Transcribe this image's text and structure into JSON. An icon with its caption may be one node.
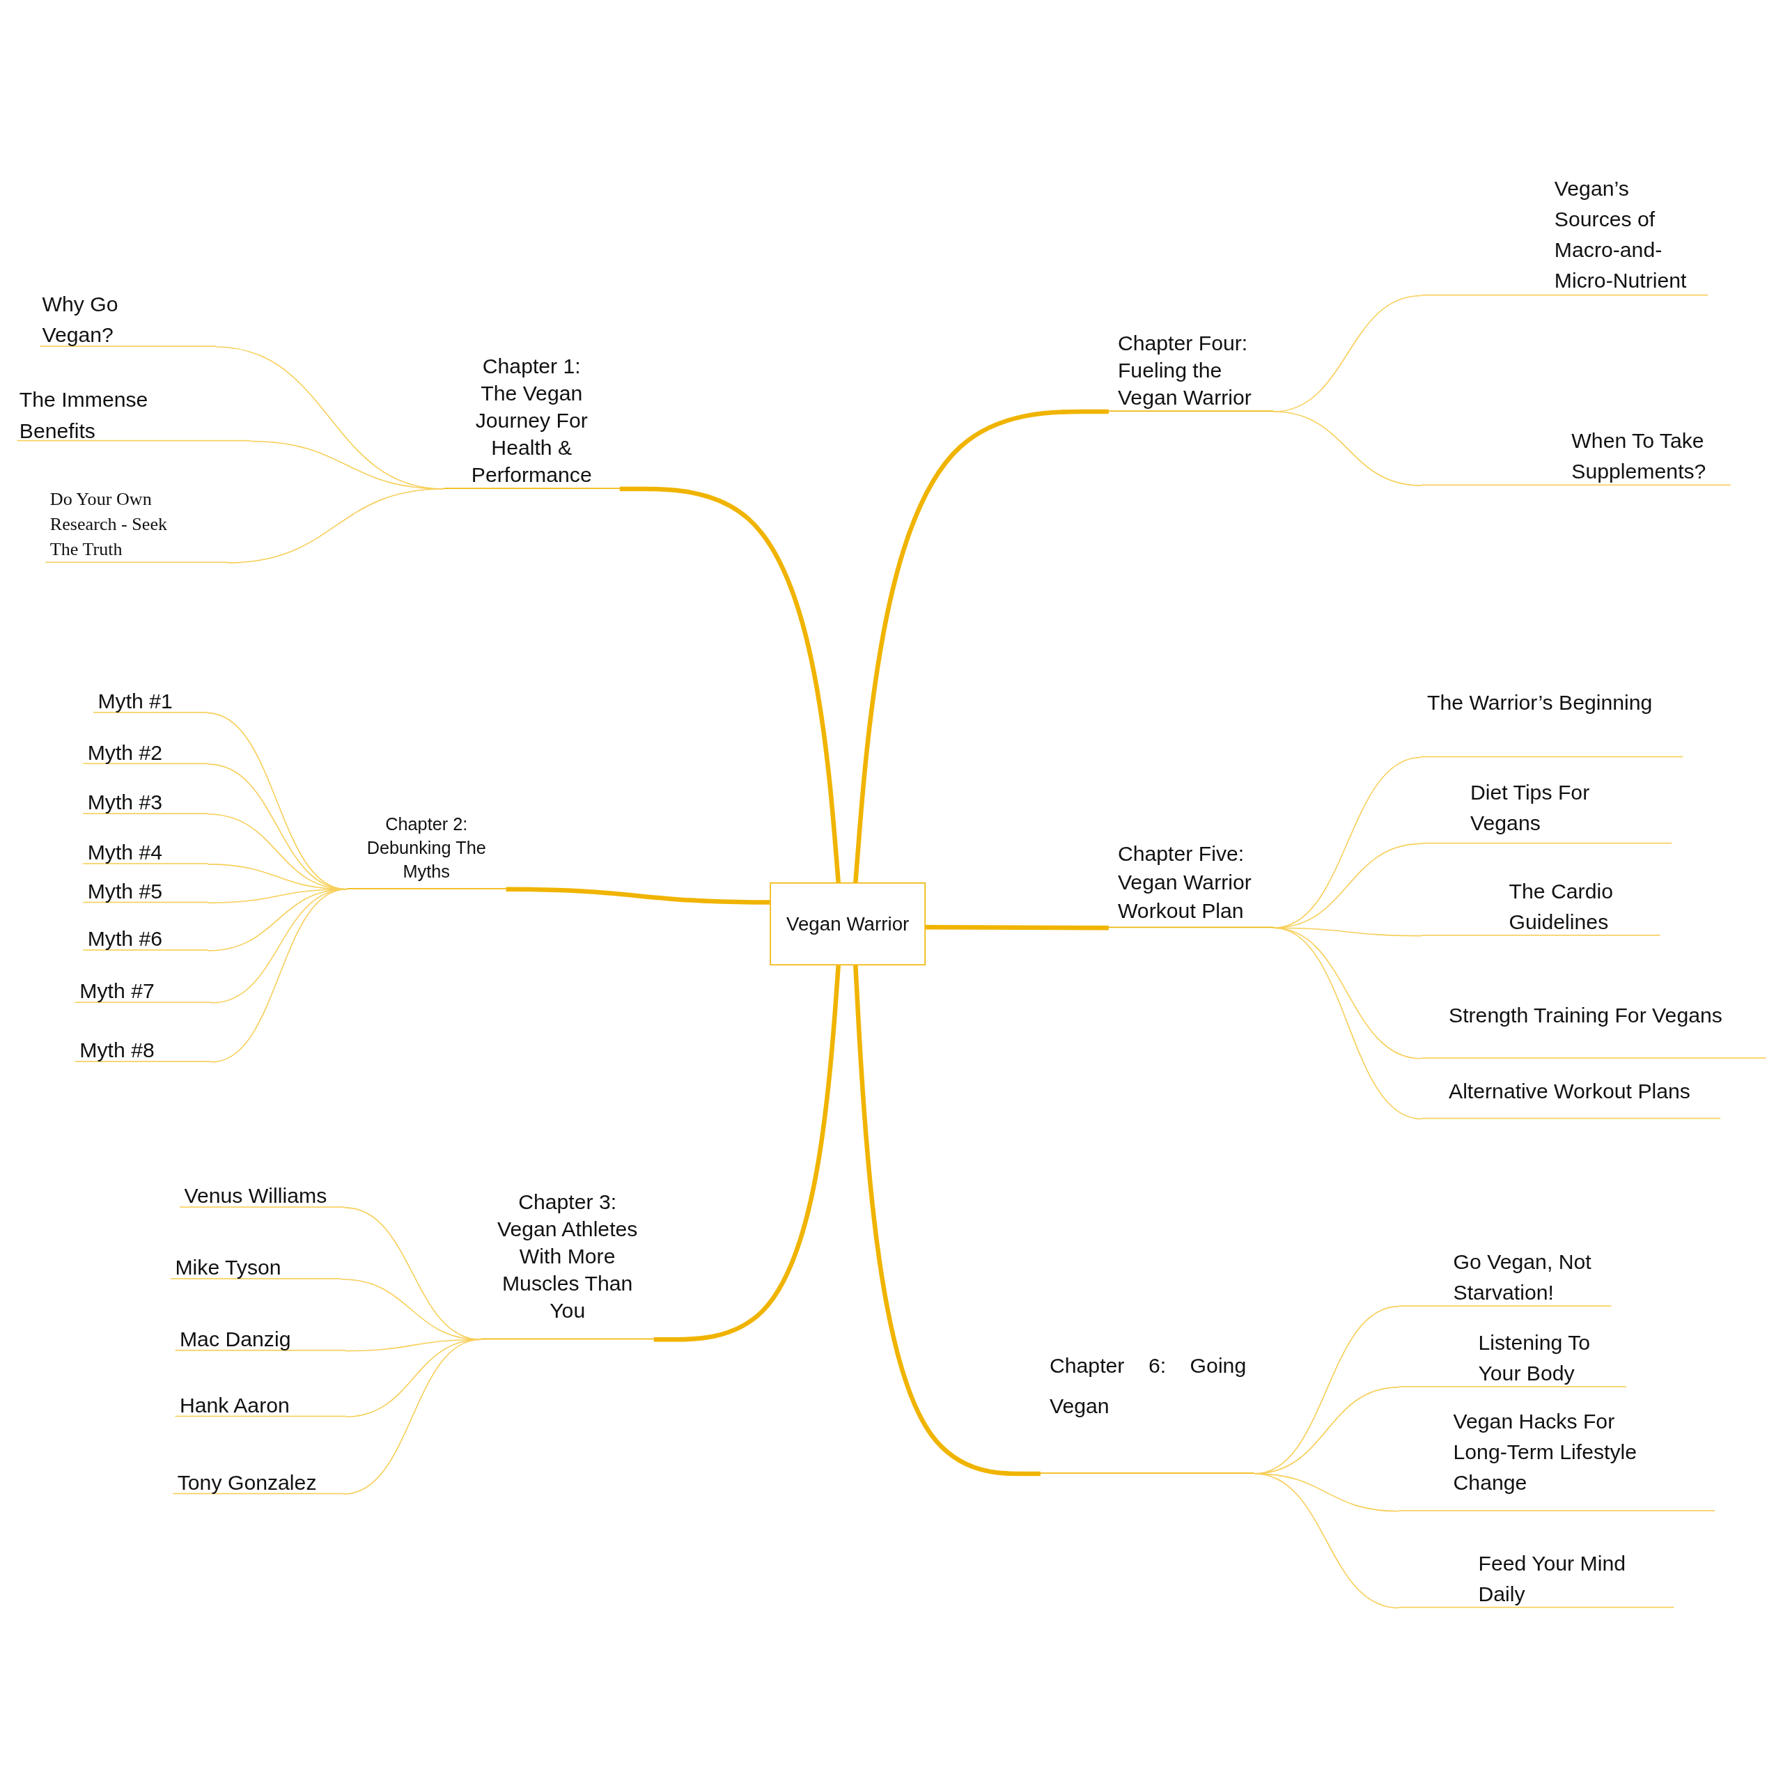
{
  "diagram": {
    "nodes": [
      {
        "text": [
          "Vegan Warrior"
        ]
      },
      {
        "text": [
          "Chapter 1: The Vegan Journey For Health & Performance"
        ]
      },
      {
        "text": [
          "Why Go Vegan?"
        ]
      },
      {
        "text": [
          "The Immense Benefits"
        ]
      },
      {
        "text": [
          "Do Your Own Research - Seek The Truth"
        ]
      },
      {
        "text": [
          "Chapter 2: Debunking The Myths"
        ]
      },
      {
        "text": [
          "Myth #1"
        ]
      },
      {
        "text": [
          "Myth #2"
        ]
      },
      {
        "text": [
          "Myth #3"
        ]
      },
      {
        "text": [
          "Myth #4"
        ]
      },
      {
        "text": [
          "Myth #5"
        ]
      },
      {
        "text": [
          "Myth #6"
        ]
      },
      {
        "text": [
          "Myth #7"
        ]
      },
      {
        "text": [
          "Myth #8"
        ]
      },
      {
        "text": [
          "Chapter 3: Vegan Athletes With More Muscles Than You"
        ]
      },
      {
        "text": [
          "Venus Williams"
        ]
      },
      {
        "text": [
          "Mike Tyson"
        ]
      },
      {
        "text": [
          "Mac Danzig"
        ]
      },
      {
        "text": [
          "Hank Aaron"
        ]
      },
      {
        "text": [
          "Tony Gonzalez"
        ]
      },
      {
        "text": [
          "Chapter Four: Fueling the Vegan Warrior"
        ]
      },
      {
        "text": [
          "Vegan’s Sources of Macro-and-Micro-Nutrient"
        ]
      },
      {
        "text": [
          "When To Take Supplements?"
        ]
      },
      {
        "text": [
          "Chapter Five: Vegan Warrior Workout Plan"
        ]
      },
      {
        "text": [
          "The Warrior’s Beginning"
        ]
      },
      {
        "text": [
          "Diet Tips For Vegans"
        ]
      },
      {
        "text": [
          "The Cardio Guidelines"
        ]
      },
      {
        "text": [
          "Strength Training For Vegans"
        ]
      },
      {
        "text": [
          "Alternative Workout Plans"
        ]
      },
      {
        "text": [
          "Chapter 6: Going Vegan"
        ]
      },
      {
        "text": [
          "Go Vegan, Not Starvation!"
        ]
      },
      {
        "text": [
          "Listening To Your Body"
        ]
      },
      {
        "text": [
          "Vegan Hacks For Long-Term Lifestyle Change"
        ]
      },
      {
        "text": [
          "Feed Your Mind Daily"
        ]
      }
    ],
    "edges": [
      {
        "from": 0,
        "to": 1,
        "arrow": "none",
        "style": "thick",
        "color": "#f0b400"
      },
      {
        "from": 1,
        "to": 2,
        "arrow": "none"
      },
      {
        "from": 1,
        "to": 3,
        "arrow": "none"
      },
      {
        "from": 1,
        "to": 4,
        "arrow": "none"
      },
      {
        "from": 0,
        "to": 5,
        "arrow": "none",
        "style": "thick",
        "color": "#f0b400"
      },
      {
        "from": 5,
        "to": 6,
        "arrow": "none"
      },
      {
        "from": 5,
        "to": 7,
        "arrow": "none"
      },
      {
        "from": 5,
        "to": 8,
        "arrow": "none"
      },
      {
        "from": 5,
        "to": 9,
        "arrow": "none"
      },
      {
        "from": 5,
        "to": 10,
        "arrow": "none"
      },
      {
        "from": 5,
        "to": 11,
        "arrow": "none"
      },
      {
        "from": 5,
        "to": 12,
        "arrow": "none"
      },
      {
        "from": 5,
        "to": 13,
        "arrow": "none"
      },
      {
        "from": 0,
        "to": 14,
        "arrow": "none",
        "style": "thick",
        "color": "#f0b400"
      },
      {
        "from": 14,
        "to": 15,
        "arrow": "none"
      },
      {
        "from": 14,
        "to": 16,
        "arrow": "none"
      },
      {
        "from": 14,
        "to": 17,
        "arrow": "none"
      },
      {
        "from": 14,
        "to": 18,
        "arrow": "none"
      },
      {
        "from": 14,
        "to": 19,
        "arrow": "none"
      },
      {
        "from": 0,
        "to": 20,
        "arrow": "none",
        "style": "thick",
        "color": "#f0b400"
      },
      {
        "from": 20,
        "to": 21,
        "arrow": "none"
      },
      {
        "from": 20,
        "to": 22,
        "arrow": "none"
      },
      {
        "from": 0,
        "to": 23,
        "arrow": "none",
        "style": "thick",
        "color": "#f0b400"
      },
      {
        "from": 23,
        "to": 24,
        "arrow": "none"
      },
      {
        "from": 23,
        "to": 25,
        "arrow": "none"
      },
      {
        "from": 23,
        "to": 26,
        "arrow": "none"
      },
      {
        "from": 23,
        "to": 27,
        "arrow": "none"
      },
      {
        "from": 23,
        "to": 28,
        "arrow": "none"
      },
      {
        "from": 0,
        "to": 29,
        "arrow": "none",
        "style": "thick",
        "color": "#f0b400"
      },
      {
        "from": 29,
        "to": 30,
        "arrow": "none"
      },
      {
        "from": 29,
        "to": 31,
        "arrow": "none"
      },
      {
        "from": 29,
        "to": 32,
        "arrow": "none"
      },
      {
        "from": 29,
        "to": 33,
        "arrow": "none"
      }
    ]
  }
}
